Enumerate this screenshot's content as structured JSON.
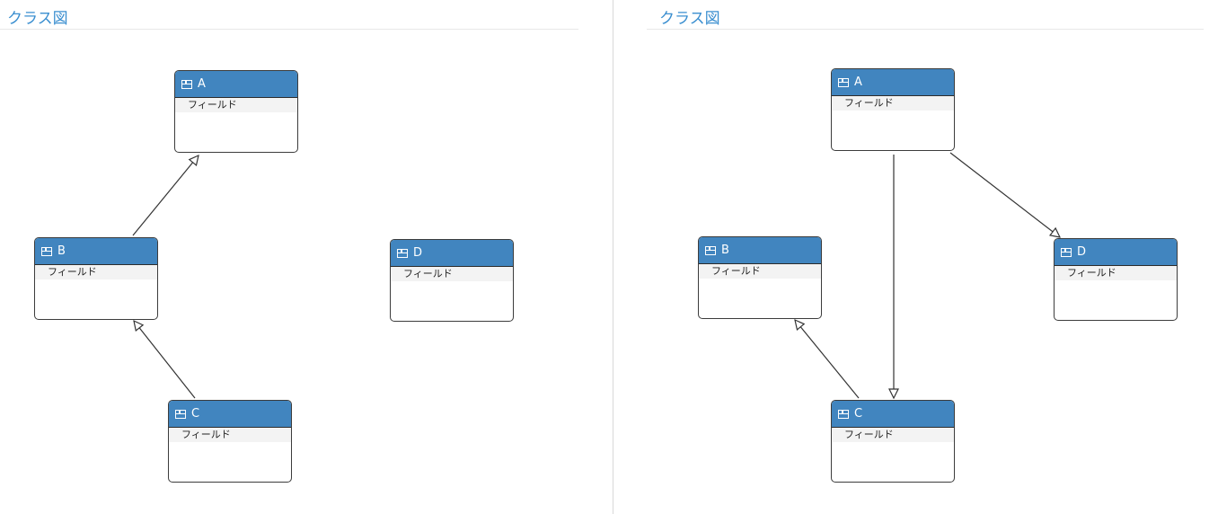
{
  "panels": [
    {
      "id": "left",
      "title": "クラス図",
      "classes": [
        {
          "name": "A",
          "section": "フィールド"
        },
        {
          "name": "B",
          "section": "フィールド"
        },
        {
          "name": "C",
          "section": "フィールド"
        },
        {
          "name": "D",
          "section": "フィールド"
        }
      ],
      "relations": [
        {
          "from": "B",
          "to": "A",
          "type": "generalization"
        },
        {
          "from": "C",
          "to": "B",
          "type": "generalization"
        }
      ]
    },
    {
      "id": "right",
      "title": "クラス図",
      "classes": [
        {
          "name": "A",
          "section": "フィールド"
        },
        {
          "name": "B",
          "section": "フィールド"
        },
        {
          "name": "C",
          "section": "フィールド"
        },
        {
          "name": "D",
          "section": "フィールド"
        }
      ],
      "relations": [
        {
          "from": "C",
          "to": "B",
          "type": "generalization"
        },
        {
          "from": "A",
          "to": "C",
          "type": "generalization"
        },
        {
          "from": "A",
          "to": "D",
          "type": "generalization"
        }
      ]
    }
  ],
  "colors": {
    "title": "#3b8fd0",
    "header": "#4185bf",
    "border": "#3c3c3c",
    "edge": "#333333"
  }
}
